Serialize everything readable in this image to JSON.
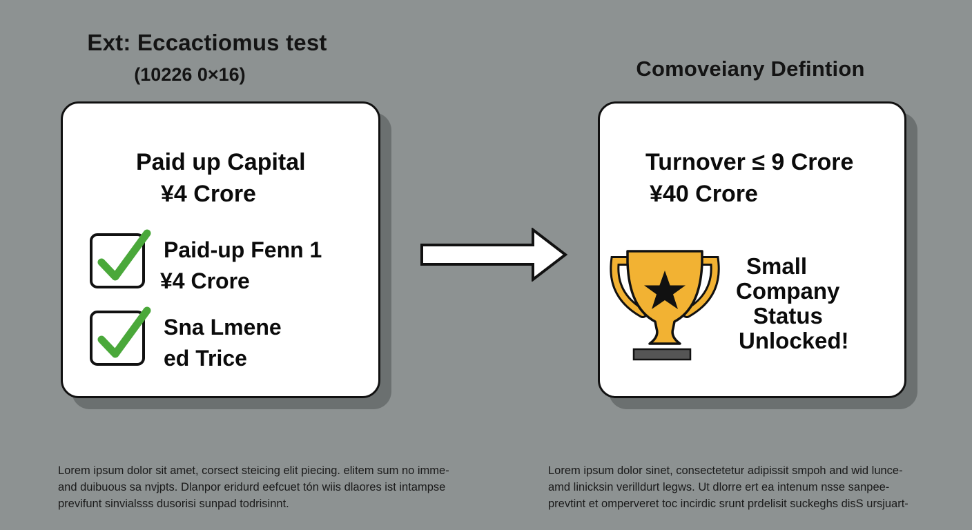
{
  "left": {
    "title": "Ext: Eccactiomus test",
    "subtitle": "(10226 0×16)",
    "card": {
      "heading_line1": "Paid up Capital",
      "heading_line2": "¥4 Crore",
      "checklist": [
        {
          "line1": "Paid-up Fenn 1",
          "line2": "¥4 Crore",
          "checked": true
        },
        {
          "line1": "Sna  Lmene",
          "line2": "ed Trice",
          "checked": true
        }
      ]
    },
    "paragraph": [
      "Lorem ipsum dolor sit amet, corsect steicing elit piecing. elitem sum no imme-",
      "and duibuous sa nvjpts. Dlanpor eridurd eefcuet tón wiis dlaores ist intampse",
      "previfunt sinvialsss dusorisi sunpad todrisinnt."
    ]
  },
  "arrow": {
    "icon": "arrow-right-icon",
    "direction": "right"
  },
  "right": {
    "title": "Comoveiany Defintion",
    "card": {
      "heading_line1": "Turnover ≤ 9 Crore",
      "heading_line2": "¥40 Crore",
      "trophy_icon": "trophy-star-icon",
      "status_lines": [
        "Small",
        "Company",
        "Status",
        "Unlocked!"
      ]
    },
    "paragraph": [
      "Lorem ipsum dolor sinet, consectetetur adipissit smpoh and wid lunce-",
      "amd linicksin verilldurt legws. Ut dlorre ert ea intenum nsse sanpee-",
      "prevtint et omperveret toc incirdic srunt prdelisit suckeghs disS ursjuart-"
    ]
  },
  "colors": {
    "background": "#8d9292",
    "card_shadow": "#6b7070",
    "card_fill": "#ffffff",
    "check_green": "#4aa83a",
    "trophy_gold": "#f2b233",
    "trophy_base": "#555555"
  }
}
